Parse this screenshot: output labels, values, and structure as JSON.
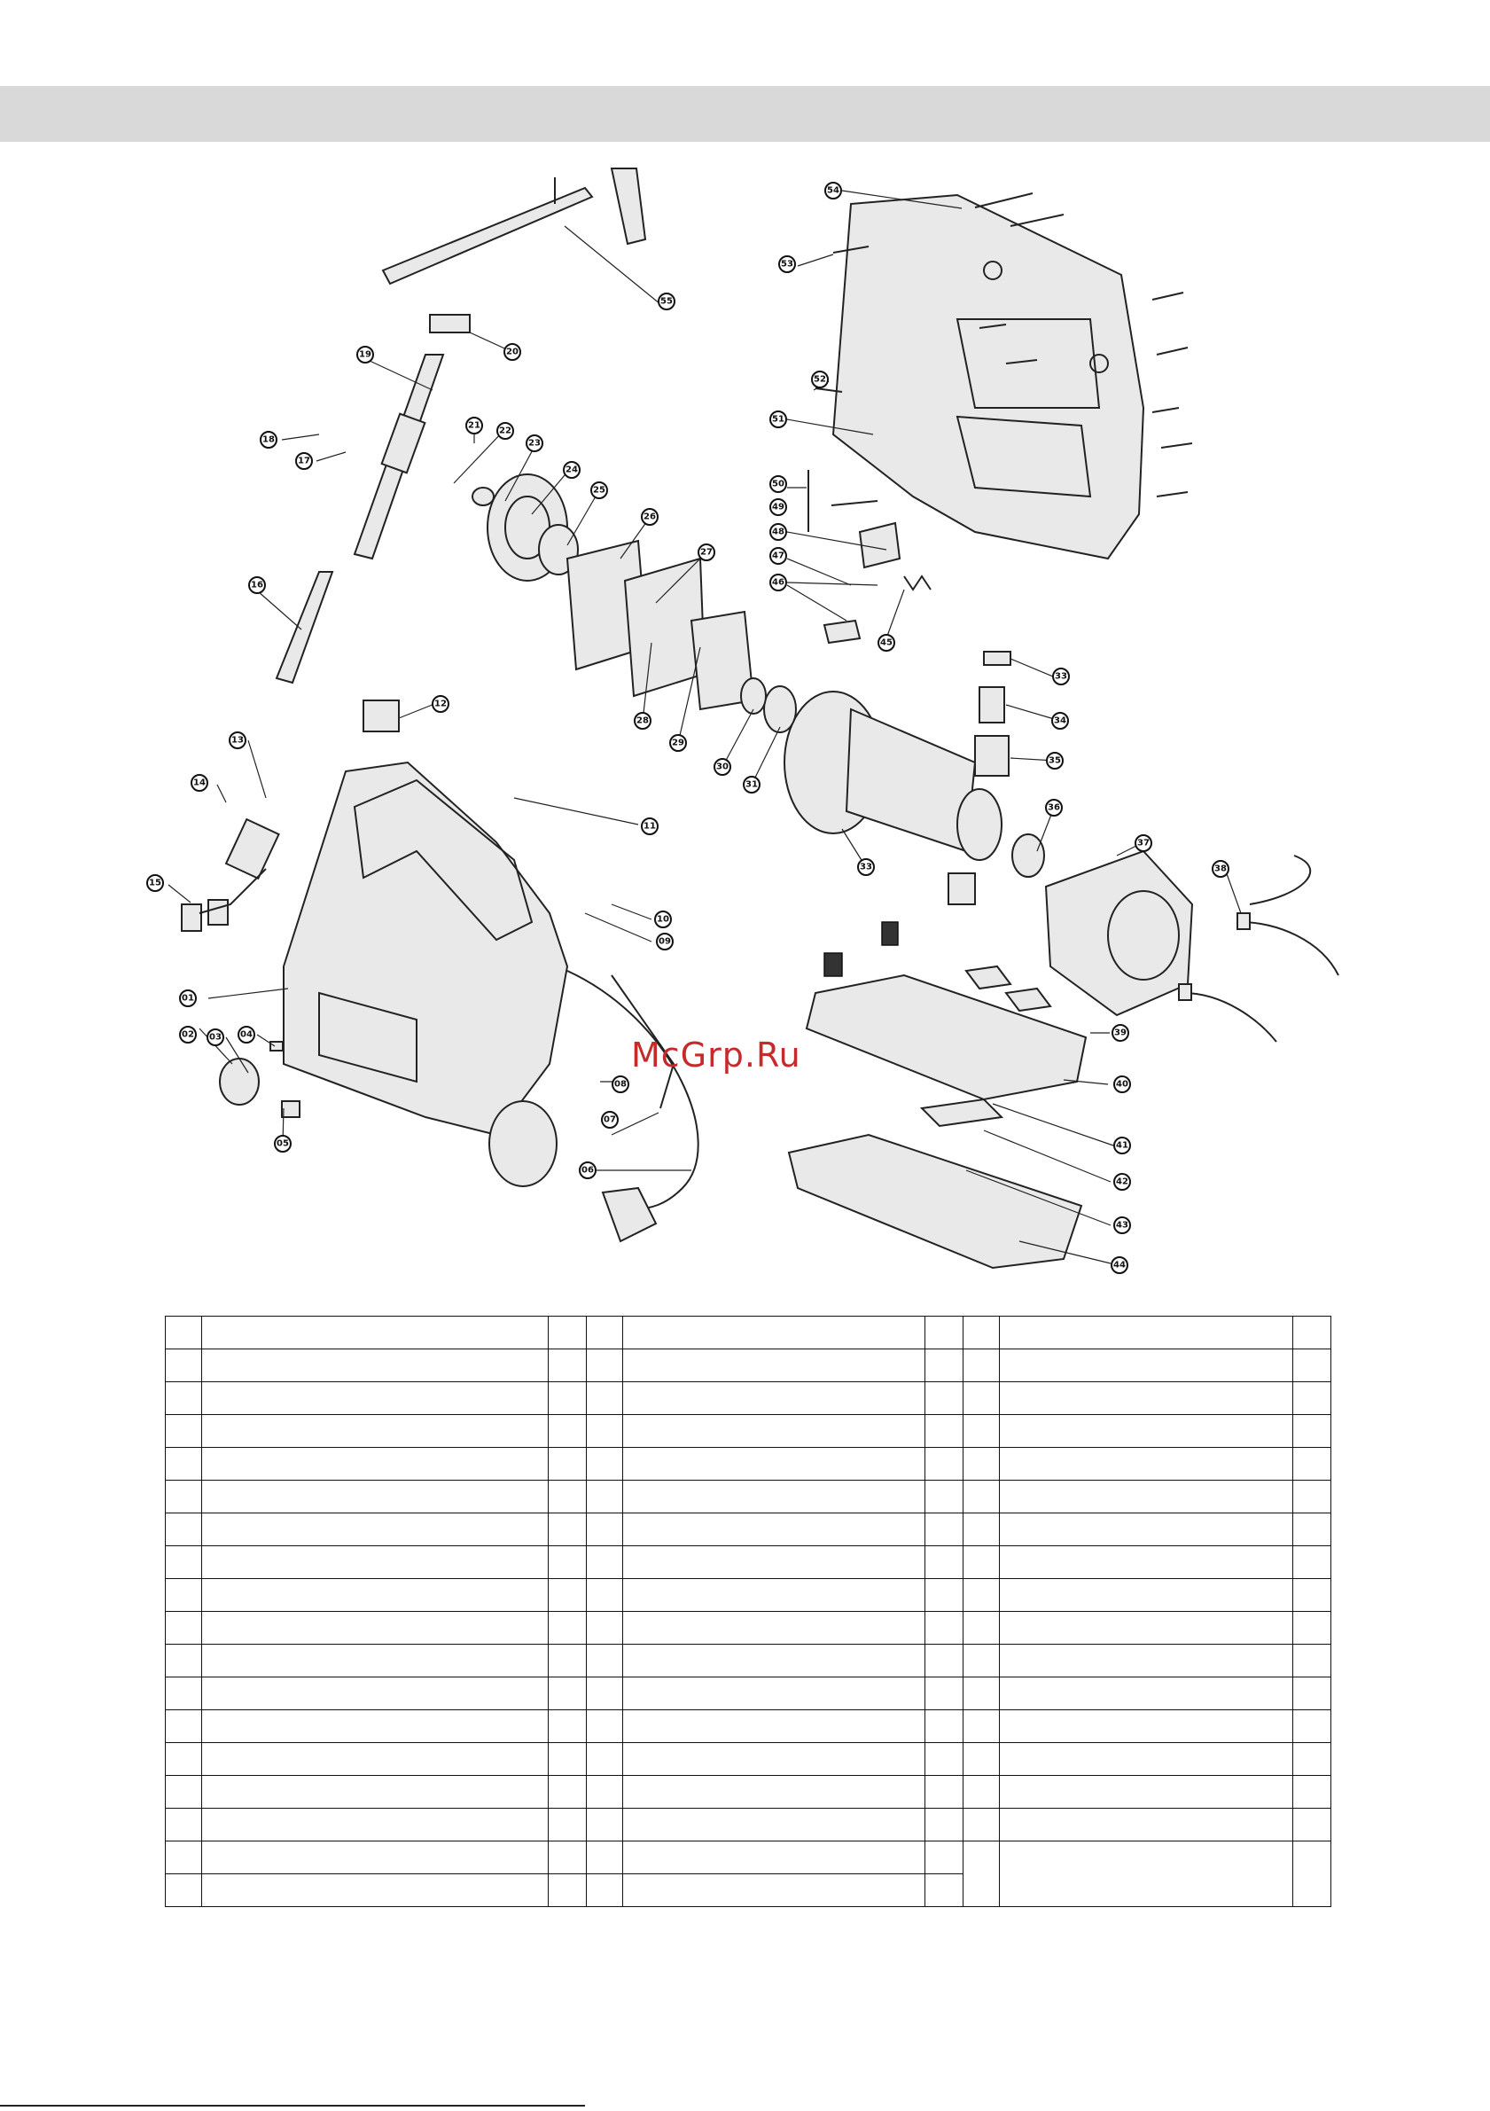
{
  "diagram": {
    "callouts": [
      {
        "id": "55",
        "label": "55"
      },
      {
        "id": "54",
        "label": "54"
      },
      {
        "id": "53",
        "label": "53"
      },
      {
        "id": "52",
        "label": "52"
      },
      {
        "id": "51",
        "label": "51"
      },
      {
        "id": "50",
        "label": "50"
      },
      {
        "id": "49",
        "label": "49"
      },
      {
        "id": "48",
        "label": "48"
      },
      {
        "id": "47",
        "label": "47"
      },
      {
        "id": "46",
        "label": "46"
      },
      {
        "id": "45",
        "label": "45"
      },
      {
        "id": "20",
        "label": "20"
      },
      {
        "id": "19",
        "label": "19"
      },
      {
        "id": "18",
        "label": "18"
      },
      {
        "id": "17",
        "label": "17"
      },
      {
        "id": "21",
        "label": "21"
      },
      {
        "id": "22",
        "label": "22"
      },
      {
        "id": "23",
        "label": "23"
      },
      {
        "id": "24",
        "label": "24"
      },
      {
        "id": "25",
        "label": "25"
      },
      {
        "id": "26",
        "label": "26"
      },
      {
        "id": "27",
        "label": "27"
      },
      {
        "id": "16",
        "label": "16"
      },
      {
        "id": "28",
        "label": "28"
      },
      {
        "id": "29",
        "label": "29"
      },
      {
        "id": "30",
        "label": "30"
      },
      {
        "id": "31",
        "label": "31"
      },
      {
        "id": "33a",
        "label": "33"
      },
      {
        "id": "34",
        "label": "34"
      },
      {
        "id": "35",
        "label": "35"
      },
      {
        "id": "12",
        "label": "12"
      },
      {
        "id": "13",
        "label": "13"
      },
      {
        "id": "14",
        "label": "14"
      },
      {
        "id": "11",
        "label": "11"
      },
      {
        "id": "33b",
        "label": "33"
      },
      {
        "id": "36",
        "label": "36"
      },
      {
        "id": "37",
        "label": "37"
      },
      {
        "id": "15",
        "label": "15"
      },
      {
        "id": "38",
        "label": "38"
      },
      {
        "id": "10",
        "label": "10"
      },
      {
        "id": "09",
        "label": "09"
      },
      {
        "id": "01",
        "label": "01"
      },
      {
        "id": "39",
        "label": "39"
      },
      {
        "id": "02",
        "label": "02"
      },
      {
        "id": "03",
        "label": "03"
      },
      {
        "id": "04",
        "label": "04"
      },
      {
        "id": "40",
        "label": "40"
      },
      {
        "id": "08",
        "label": "08"
      },
      {
        "id": "07",
        "label": "07"
      },
      {
        "id": "05",
        "label": "05"
      },
      {
        "id": "41",
        "label": "41"
      },
      {
        "id": "06",
        "label": "06"
      },
      {
        "id": "42",
        "label": "42"
      },
      {
        "id": "43",
        "label": "43"
      },
      {
        "id": "44",
        "label": "44"
      }
    ]
  },
  "watermark": "McGrp.Ru",
  "parts_table": {
    "rows": 18,
    "columns": [
      "",
      "",
      "",
      "",
      "",
      "",
      "",
      "",
      ""
    ]
  }
}
